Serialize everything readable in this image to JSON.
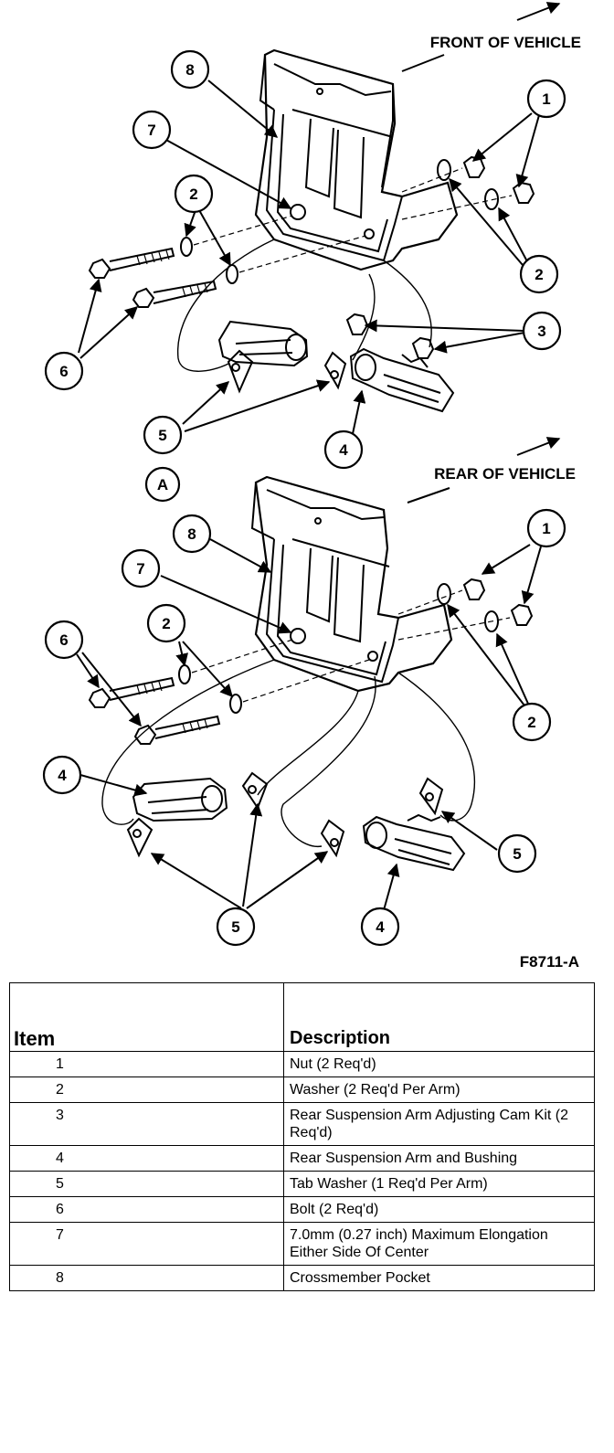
{
  "diagram_a": {
    "direction_label": "FRONT OF VEHICLE",
    "view_label": "A",
    "callouts": [
      "8",
      "7",
      "2",
      "6",
      "1",
      "2",
      "3",
      "5",
      "4"
    ]
  },
  "diagram_b": {
    "direction_label": "REAR OF VEHICLE",
    "callouts": [
      "8",
      "7",
      "6",
      "2",
      "1",
      "2",
      "4",
      "5",
      "5",
      "4"
    ]
  },
  "figure_code": "F8711-A",
  "table": {
    "headers": [
      "Item",
      "Description"
    ],
    "rows": [
      {
        "item": "1",
        "description": "Nut (2 Req'd)"
      },
      {
        "item": "2",
        "description": "Washer  (2 Req'd Per Arm)"
      },
      {
        "item": "3",
        "description": "Rear Suspension Arm Adjusting Cam Kit  (2 Req'd)"
      },
      {
        "item": "4",
        "description": "Rear Suspension Arm and Bushing"
      },
      {
        "item": "5",
        "description": "Tab Washer  (1 Req'd Per Arm)"
      },
      {
        "item": "6",
        "description": "Bolt (2 Req'd)"
      },
      {
        "item": "7",
        "description": "7.0mm (0.27 inch) Maximum Elongation Either Side Of Center"
      },
      {
        "item": "8",
        "description": "Crossmember Pocket"
      }
    ]
  }
}
